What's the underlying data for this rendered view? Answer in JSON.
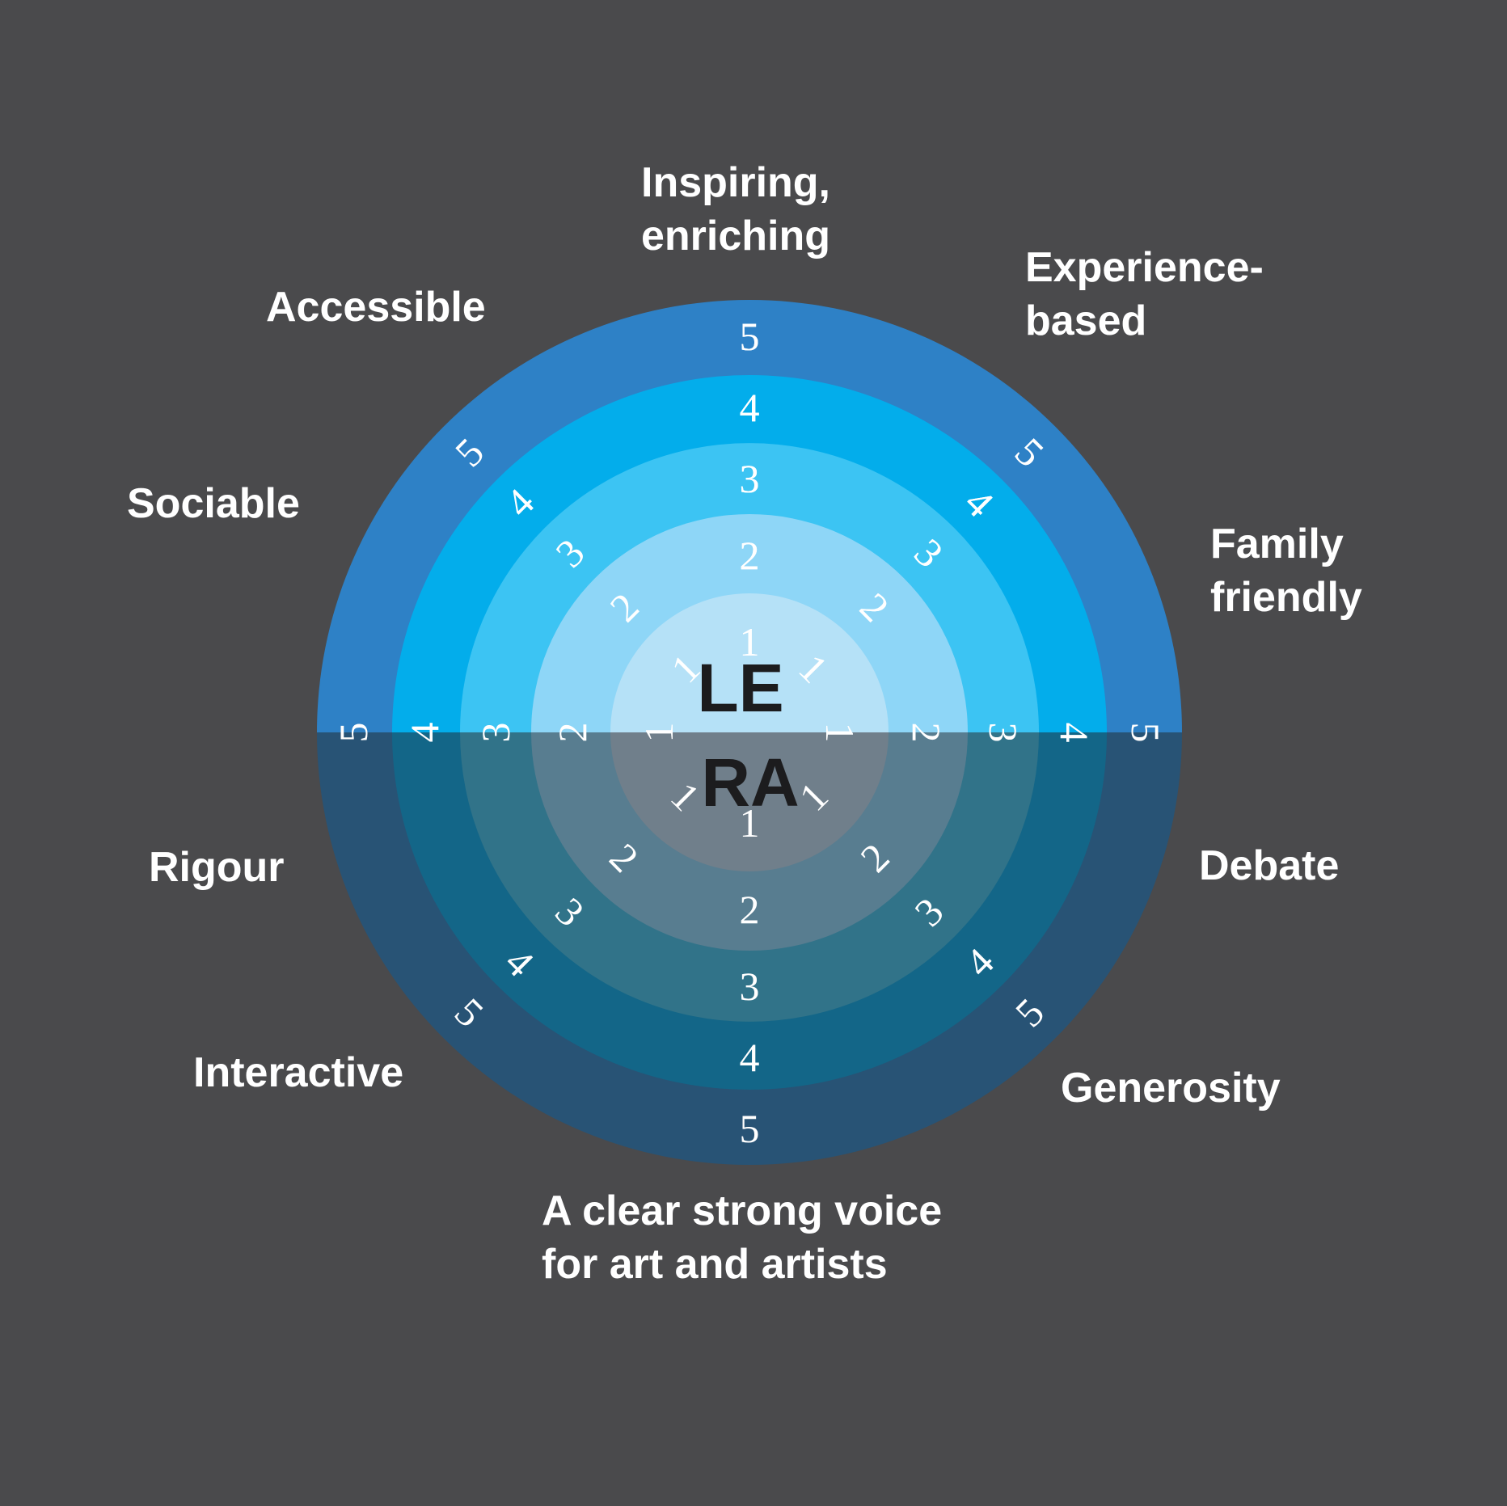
{
  "diagram": {
    "center_top": "LE",
    "center_bottom": "RA",
    "ring_levels": [
      "1",
      "2",
      "3",
      "4",
      "5"
    ],
    "colors": {
      "background": "#4a4a4c",
      "top_rings": [
        "#b5e1f7",
        "#8ed6f7",
        "#3cc4f3",
        "#03adeb",
        "#2e81c6"
      ],
      "bottom_rings": [
        "#707f8b",
        "#587d90",
        "#317389",
        "#136688",
        "#285375"
      ],
      "center_text": "#1c1c1e",
      "labels": "#ffffff"
    }
  },
  "labels": {
    "inspiring": [
      "Inspiring,",
      "enriching"
    ],
    "experience": [
      "Experience-",
      "based"
    ],
    "family": [
      "Family",
      "friendly"
    ],
    "debate": [
      "Debate"
    ],
    "generosity": [
      "Generosity"
    ],
    "voice": [
      "A clear strong voice",
      "for art and artists"
    ],
    "interactive": [
      "Interactive"
    ],
    "rigour": [
      "Rigour"
    ],
    "sociable": [
      "Sociable"
    ],
    "accessible": [
      "Accessible"
    ]
  }
}
